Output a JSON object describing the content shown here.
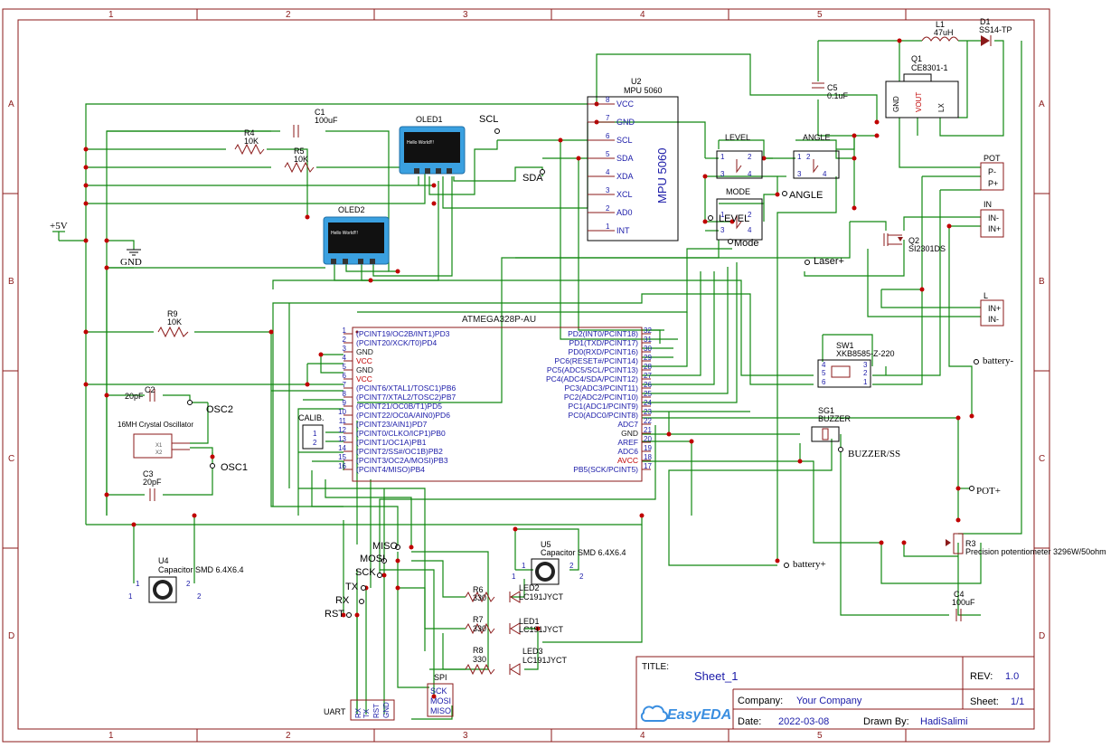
{
  "frame": {
    "col_labels": [
      "1",
      "2",
      "3",
      "4",
      "5"
    ],
    "row_labels": [
      "A",
      "B",
      "C",
      "D"
    ]
  },
  "title_block": {
    "title_label": "TITLE:",
    "title": "Sheet_1",
    "rev_label": "REV:",
    "rev": "1.0",
    "company_label": "Company:",
    "company": "Your Company",
    "sheet_label": "Sheet:",
    "sheet": "1/1",
    "date_label": "Date:",
    "date": "2022-03-08",
    "drawn_label": "Drawn By:",
    "drawn_by": "HadiSalimi",
    "logo": "EasyEDA"
  },
  "mcu": {
    "name": "ATMEGA328P-AU",
    "left_pins": [
      {
        "num": "1",
        "label": "(PCINT19/OC2B/INT1)PD3"
      },
      {
        "num": "2",
        "label": "(PCINT20/XCK/T0)PD4"
      },
      {
        "num": "3",
        "label": "GND"
      },
      {
        "num": "4",
        "label": "VCC"
      },
      {
        "num": "5",
        "label": "GND"
      },
      {
        "num": "6",
        "label": "VCC"
      },
      {
        "num": "7",
        "label": "(PCINT6/XTAL1/TOSC1)PB6"
      },
      {
        "num": "8",
        "label": "(PCINT7/XTAL2/TOSC2)PB7"
      },
      {
        "num": "9",
        "label": "(PCINT21/OC0B/T1)PD5"
      },
      {
        "num": "10",
        "label": "(PCINT22/OC0A/AIN0)PD6"
      },
      {
        "num": "11",
        "label": "(PCINT23/AIN1)PD7"
      },
      {
        "num": "12",
        "label": "(PCINT0/CLKO/ICP1)PB0"
      },
      {
        "num": "13",
        "label": "(PCINT1/OC1A)PB1"
      },
      {
        "num": "14",
        "label": "(PCINT2/SS#/OC1B)PB2"
      },
      {
        "num": "15",
        "label": "(PCINT3/OC2A/MOSI)PB3"
      },
      {
        "num": "16",
        "label": "(PCINT4/MISO)PB4"
      }
    ],
    "right_pins": [
      {
        "num": "32",
        "label": "PD2(INT0/PCINT18)"
      },
      {
        "num": "31",
        "label": "PD1(TXD/PCINT17)"
      },
      {
        "num": "30",
        "label": "PD0(RXD/PCINT16)"
      },
      {
        "num": "29",
        "label": "PC6(RESET#/PCINT14)"
      },
      {
        "num": "28",
        "label": "PC5(ADC5/SCL/PCINT13)"
      },
      {
        "num": "27",
        "label": "PC4(ADC4/SDA/PCINT12)"
      },
      {
        "num": "26",
        "label": "PC3(ADC3/PCINT11)"
      },
      {
        "num": "25",
        "label": "PC2(ADC2/PCINT10)"
      },
      {
        "num": "24",
        "label": "PC1(ADC1/PCINT9)"
      },
      {
        "num": "23",
        "label": "PC0(ADC0/PCINT8)"
      },
      {
        "num": "22",
        "label": "ADC7"
      },
      {
        "num": "21",
        "label": "GND"
      },
      {
        "num": "20",
        "label": "AREF"
      },
      {
        "num": "19",
        "label": "ADC6"
      },
      {
        "num": "18",
        "label": "AVCC"
      },
      {
        "num": "17",
        "label": "PB5(SCK/PCINT5)"
      }
    ]
  },
  "mpu": {
    "ref": "U2",
    "name": "MPU 5060",
    "body_label": "MPU 5060",
    "pins": [
      {
        "num": "8",
        "label": "VCC"
      },
      {
        "num": "7",
        "label": "GND"
      },
      {
        "num": "6",
        "label": "SCL"
      },
      {
        "num": "5",
        "label": "SDA"
      },
      {
        "num": "4",
        "label": "XDA"
      },
      {
        "num": "3",
        "label": "XCL"
      },
      {
        "num": "2",
        "label": "AD0"
      },
      {
        "num": "1",
        "label": "INT"
      }
    ]
  },
  "oled1": {
    "name": "OLED1",
    "screen_text": "Hello World!!!"
  },
  "oled2": {
    "name": "OLED2",
    "screen_text": "Hello World!!!"
  },
  "passives": {
    "c1_ref": "C1",
    "c1_val": "100uF",
    "r4_ref": "R4",
    "r4_val": "10K",
    "r5_ref": "R5",
    "r5_val": "10K",
    "r9_ref": "R9",
    "r9_val": "10K",
    "c2_ref": "C2",
    "c2_val": "20pF",
    "c3_ref": "C3",
    "c3_val": "20pF",
    "c5_ref": "C5",
    "c5_val": "0.1uF",
    "c4_ref": "C4",
    "c4_val": "100uF",
    "l1_ref": "L1",
    "l1_val": "47uH",
    "d1_ref": "D1",
    "d1_val": "SS14-TP",
    "q1_ref": "Q1",
    "q1_val": "CE8301-1",
    "q1_pins": [
      "GND",
      "VOUT",
      "LX"
    ],
    "q2_ref": "Q2",
    "q2_val": "SI2301DS",
    "r3_ref": "R3",
    "r3_val": "Precision potentiometer 3296W/50ohm",
    "sw1_ref": "SW1",
    "sw1_val": "XKB8585-Z-220",
    "sg1_ref": "SG1",
    "sg1_val": "BUZZER",
    "crystal": "16MH Crystal Oscillator",
    "crystal_pins": [
      "X1",
      "X2"
    ],
    "u4_ref": "U4",
    "u4_val": "Capacitor SMD 6.4X6.4",
    "u5_ref": "U5",
    "u5_val": "Capacitor SMD 6.4X6.4",
    "r6_ref": "R6",
    "r6_val": "330",
    "r7_ref": "R7",
    "r7_val": "330",
    "r8_ref": "R8",
    "r8_val": "330",
    "led2_ref": "LED2",
    "led2_val": "LC191JYCT",
    "led1_ref": "LED1",
    "led1_val": "LC191JYCT",
    "led3_ref": "LED3",
    "led3_val": "LC191JYCT"
  },
  "switches": {
    "level": "LEVEL",
    "angle": "ANGLE",
    "mode": "MODE",
    "calib": "CALIB."
  },
  "connectors": {
    "pot": "POT",
    "pot_pins": [
      "P-",
      "P+"
    ],
    "in": "IN",
    "in_pins": [
      "IN-",
      "IN+"
    ],
    "l": "L",
    "l_pins": [
      "IN+",
      "IN-"
    ],
    "spi": "SPI",
    "spi_pins": [
      "SCK",
      "MOSI",
      "MISO"
    ],
    "uart": "UART",
    "uart_pins": [
      "RX",
      "TX",
      "RST",
      "GND"
    ]
  },
  "nets": {
    "plus5v": "+5V",
    "gnd": "GND",
    "scl": "SCL",
    "sda": "SDA",
    "osc1": "OSC1",
    "osc2": "OSC2",
    "level_net": "LEVEL",
    "angle_net": "ANGLE",
    "mode_net": "Mode",
    "laser": "Laser+",
    "battery_minus": "battery-",
    "battery_plus": "battery+",
    "buzzer_ss": "BUZZER/SS",
    "pot_plus": "POT+",
    "miso": "MISO",
    "mosi": "MOSI",
    "sck": "SCK",
    "tx": "TX",
    "rx": "RX",
    "rst": "RST"
  },
  "colors": {
    "frame": "#8b1a1a",
    "wire": "#118811",
    "part": "#8b1a1a",
    "pin": "#1a1aa8",
    "junction": "#c00000",
    "oled_border": "#3aa0e0",
    "oled_screen": "#111111",
    "title_text": "#2222aa"
  }
}
